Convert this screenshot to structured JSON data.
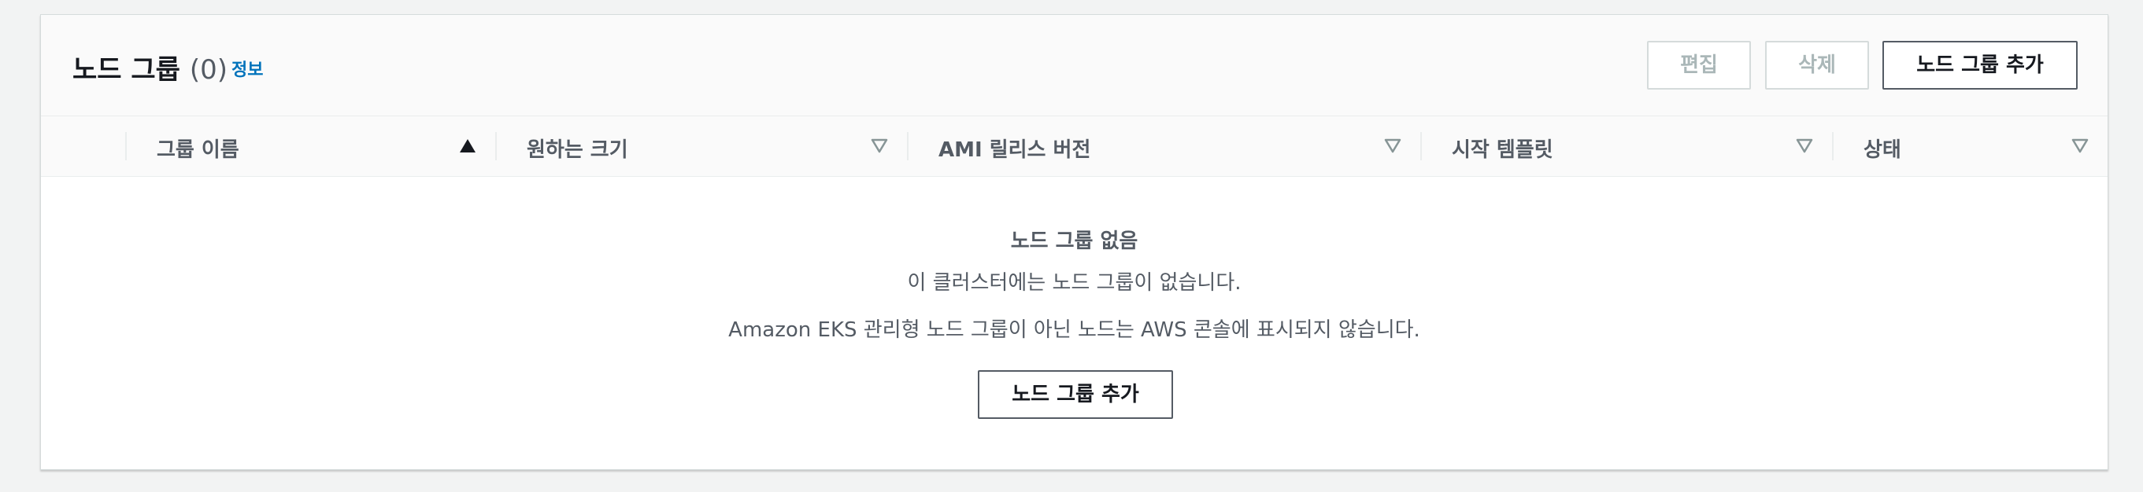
{
  "header": {
    "title": "노드 그룹",
    "count": "(0)",
    "info_link": "정보",
    "edit_label": "편집",
    "delete_label": "삭제",
    "add_label": "노드 그룹 추가"
  },
  "table": {
    "columns": [
      {
        "label": "그룹 이름",
        "sort": "ascending"
      },
      {
        "label": "원하는 크기",
        "sort": "none"
      },
      {
        "label": "AMI 릴리스 버전",
        "sort": "none"
      },
      {
        "label": "시작 템플릿",
        "sort": "none"
      },
      {
        "label": "상태",
        "sort": "none"
      }
    ]
  },
  "empty": {
    "title": "노드 그룹 없음",
    "line1": "이 클러스터에는 노드 그룹이 없습니다.",
    "line2": "Amazon EKS 관리형 노드 그룹이 아닌 노드는 AWS 콘솔에 표시되지 않습니다.",
    "add_label": "노드 그룹 추가"
  }
}
